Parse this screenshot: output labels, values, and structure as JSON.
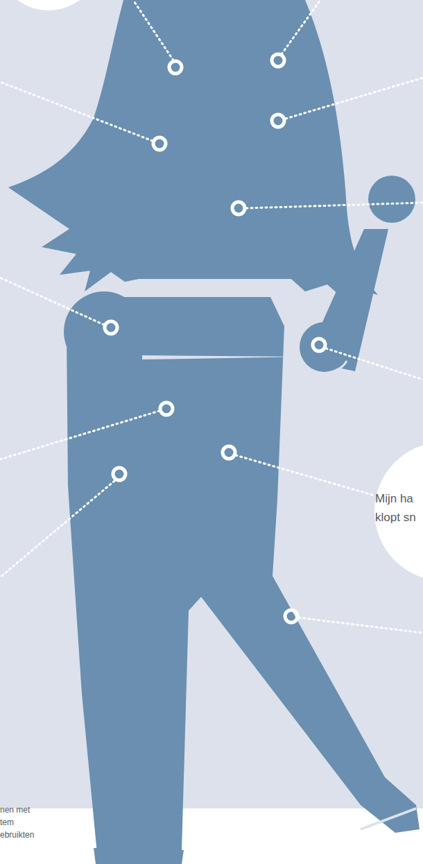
{
  "diagram": {
    "nodes": [
      {
        "text": [
          "Mijn ha klopt sn"
        ]
      }
    ],
    "labels": [
      "nen met",
      "tem",
      "ebruikten"
    ]
  }
}
